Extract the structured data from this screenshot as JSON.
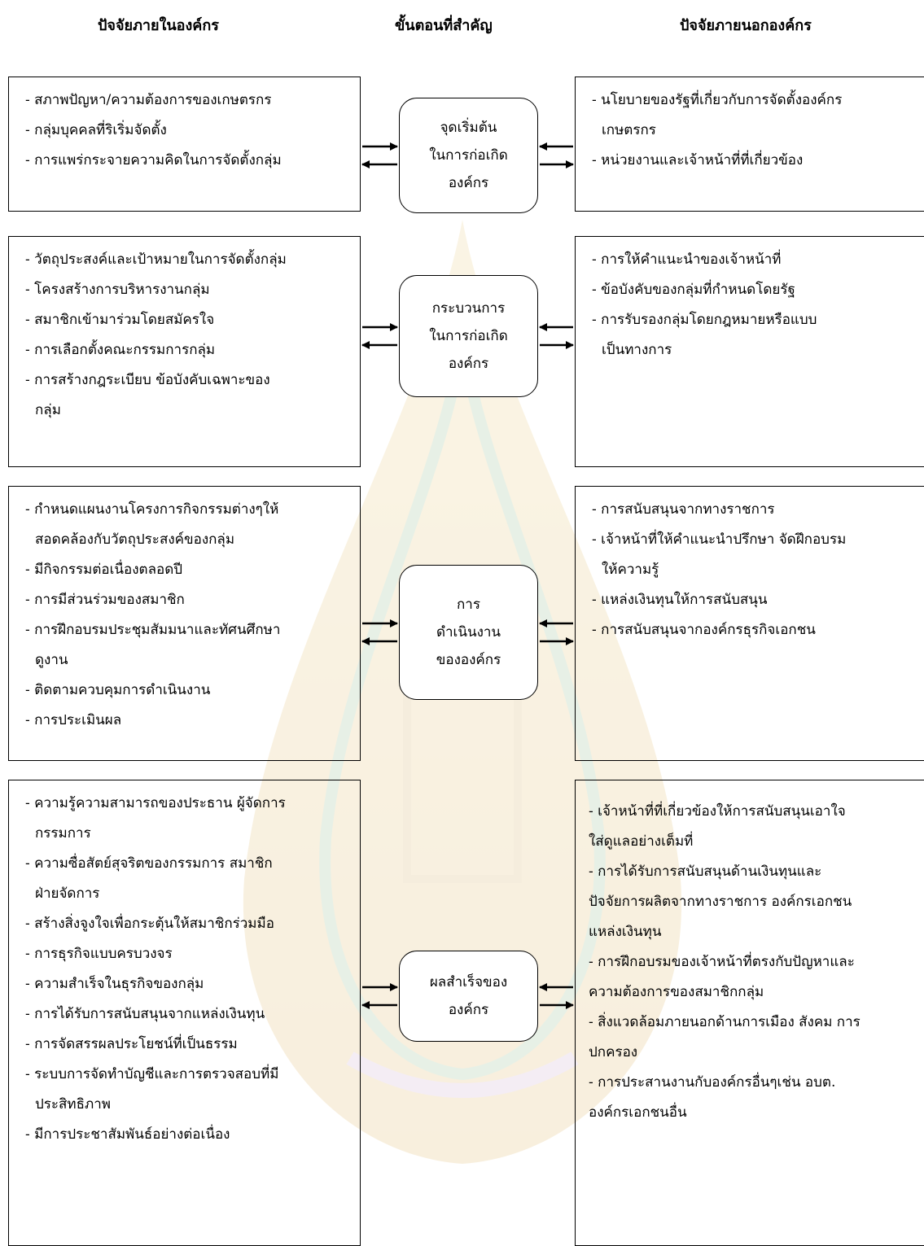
{
  "headers": {
    "internal": "ปัจจัยภายในองค์กร",
    "stages": "ขั้นตอนที่สำคัญ",
    "external": "ปัจจัยภายนอกองค์กร"
  },
  "rows": [
    {
      "stage": [
        "จุดเริ่มต้น",
        "ในการก่อเกิด",
        "องค์กร"
      ],
      "internal": [
        [
          "- สภาพปัญหา/ความต้องการของเกษตรกร"
        ],
        [
          "- กลุ่มบุคคลที่ริเริ่มจัดตั้ง"
        ],
        [
          "- การแพร่กระจายความคิดในการจัดตั้งกลุ่ม"
        ]
      ],
      "external": [
        [
          "- นโยบายของรัฐที่เกี่ยวกับการจัดตั้งองค์กร",
          "เกษตรกร"
        ],
        [
          "- หน่วยงานและเจ้าหน้าที่ที่เกี่ยวข้อง"
        ]
      ]
    },
    {
      "stage": [
        "กระบวนการ",
        "ในการก่อเกิด",
        "องค์กร"
      ],
      "internal": [
        [
          "- วัตถุประสงค์และเป้าหมายในการจัดตั้งกลุ่ม"
        ],
        [
          "- โครงสร้างการบริหารงานกลุ่ม"
        ],
        [
          "- สมาชิกเข้ามาร่วมโดยสมัครใจ"
        ],
        [
          "- การเลือกตั้งคณะกรรมการกลุ่ม"
        ],
        [
          "- การสร้างกฎระเบียบ ข้อบังคับเฉพาะของ",
          "กลุ่ม"
        ]
      ],
      "external": [
        [
          "- การให้คำแนะนำของเจ้าหน้าที่"
        ],
        [
          "- ข้อบังคับของกลุ่มที่กำหนดโดยรัฐ"
        ],
        [
          "- การรับรองกลุ่มโดยกฎหมายหรือแบบ",
          "เป็นทางการ"
        ]
      ]
    },
    {
      "stage": [
        "การ",
        "ดำเนินงาน",
        "ขององค์กร"
      ],
      "internal": [
        [
          "- กำหนดแผนงานโครงการกิจกรรมต่างๆให้",
          "สอดคล้องกับวัตถุประสงค์ของกลุ่ม"
        ],
        [
          "- มีกิจกรรมต่อเนื่องตลอดปี"
        ],
        [
          "- การมีส่วนร่วมของสมาชิก"
        ],
        [
          "- การฝึกอบรมประชุมสัมมนาและทัศนศึกษา",
          "ดูงาน"
        ],
        [
          "- ติดตามควบคุมการดำเนินงาน"
        ],
        [
          "- การประเมินผล"
        ]
      ],
      "external": [
        [
          "- การสนับสนุนจากทางราชการ"
        ],
        [
          "- เจ้าหน้าที่ให้คำแนะนำปรึกษา จัดฝึกอบรม",
          "ให้ความรู้"
        ],
        [
          "- แหล่งเงินทุนให้การสนับสนุน"
        ],
        [
          "- การสนับสนุนจากองค์กรธุรกิจเอกชน"
        ]
      ]
    },
    {
      "stage": [
        "ผลสำเร็จของ",
        "องค์กร"
      ],
      "internal": [
        [
          "- ความรู้ความสามารถของประธาน ผู้จัดการ",
          "กรรมการ"
        ],
        [
          "- ความซื่อสัตย์สุจริตของกรรมการ สมาชิก",
          "ฝ่ายจัดการ"
        ],
        [
          "- สร้างสิ่งจูงใจเพื่อกระตุ้นให้สมาชิกร่วมมือ"
        ],
        [
          "- การธุรกิจแบบครบวงจร"
        ],
        [
          "- ความสำเร็จในธุรกิจของกลุ่ม"
        ],
        [
          "- การได้รับการสนับสนุนจากแหล่งเงินทุน"
        ],
        [
          "- การจัดสรรผลประโยชน์ที่เป็นธรรม"
        ],
        [
          "- ระบบการจัดทำบัญชีและการตรวจสอบที่มี",
          "ประสิทธิภาพ"
        ],
        [
          "- มีการประชาสัมพันธ์อย่างต่อเนื่อง"
        ]
      ],
      "external": [
        [
          "- เจ้าหน้าที่ที่เกี่ยวข้องให้การสนับสนุนเอาใจ",
          "ใส่ดูแลอย่างเต็มที่"
        ],
        [
          "- การได้รับการสนับสนุนด้านเงินทุนและ",
          "ปัจจัยการผลิตจากทางราชการ องค์กรเอกชน",
          "แหล่งเงินทุน"
        ],
        [
          "- การฝึกอบรมของเจ้าหน้าที่ตรงกับปัญหาและ",
          "ความต้องการของสมาชิกกลุ่ม"
        ],
        [
          "- สิ่งแวดล้อมภายนอกด้านการเมือง สังคม การ",
          "ปกครอง"
        ],
        [
          "- การประสานงานกับองค์กรอื่นๆเช่น อบต.",
          "องค์กรเอกชนอื่น"
        ]
      ]
    }
  ],
  "colors": {
    "line": "#000000",
    "watermark_gold": "#e8c873",
    "watermark_green": "#7fb27a",
    "watermark_purple": "#c6a0c6"
  }
}
